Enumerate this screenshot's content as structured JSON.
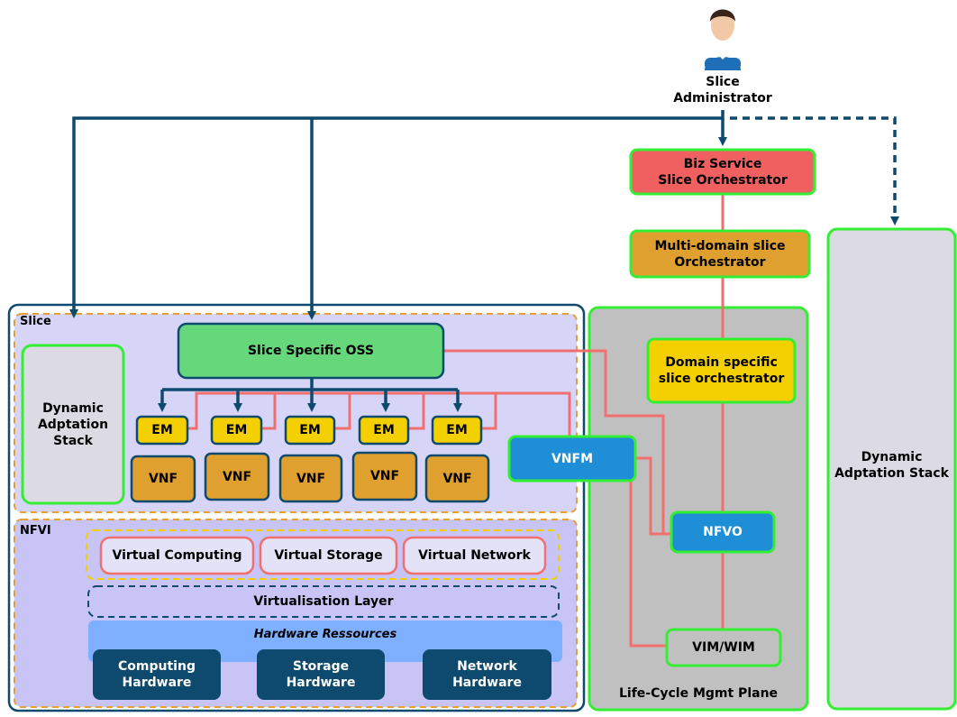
{
  "actor": {
    "label": "Slice\nAdministrator",
    "icon": "user-icon"
  },
  "orchestration": {
    "biz": "Biz Service\nSlice Orchestrator",
    "multi_domain": "Multi-domain slice\nOrchestrator",
    "domain_specific": "Domain specific\nslice orchestrator"
  },
  "right_stack": "Dynamic\nAdptation Stack",
  "slice": {
    "title": "Slice",
    "das": "Dynamic\nAdptation\nStack",
    "oss": "Slice Specific OSS",
    "em_labels": [
      "EM",
      "EM",
      "EM",
      "EM",
      "EM"
    ],
    "vnf_labels": [
      "VNF",
      "VNF",
      "VNF",
      "VNF",
      "VNF"
    ]
  },
  "nfvi": {
    "title": "NFVI",
    "virtual": [
      "Virtual Computing",
      "Virtual Storage",
      "Virtual Network"
    ],
    "virtualisation_layer": "Virtualisation Layer",
    "hardware_title": "Hardware Ressources",
    "hardware": [
      "Computing\nHardware",
      "Storage\nHardware",
      "Network\nHardware"
    ]
  },
  "lifecycle": {
    "title": "Life-Cycle Mgmt Plane",
    "vnfm": "VNFM",
    "nfvo": "NFVO",
    "vim": "VIM/WIM"
  },
  "colors": {
    "navy": "#0d4a6e",
    "salmon": "#f07070",
    "green_border": "#33ee33",
    "biz_fill": "#f06060",
    "orange_fill": "#e0a030",
    "yellow_fill": "#f5d000",
    "oss_fill": "#66d77a",
    "lavender": "#d6d4f7",
    "gray_plane": "#c0c0c0",
    "blue_box": "#1e8fd6",
    "hw_light": "#7eb0ff",
    "hw_dark": "#0d4a6e",
    "orange_dash": "#e0a040"
  }
}
